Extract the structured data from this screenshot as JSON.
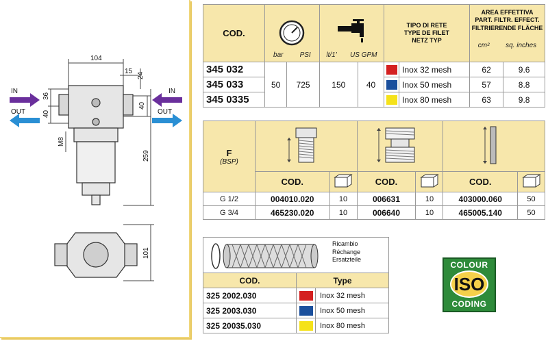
{
  "drawing": {
    "in_label": "IN",
    "out_label": "OUT",
    "dim_104": "104",
    "dim_15": "15",
    "dim_24": "24",
    "dim_36": "36",
    "dim_40a": "40",
    "dim_40b": "40",
    "dim_m8": "M8",
    "dim_259": "259",
    "dim_101": "101"
  },
  "table1": {
    "cod_header": "COD.",
    "bar": "bar",
    "psi": "PSI",
    "lt": "lt/1'",
    "usgpm": "US GPM",
    "tipo_line1": "TIPO DI RETE",
    "tipo_line2": "TYPE DE FILET",
    "tipo_line3": "NETZ TYP",
    "area_line1": "AREA EFFETTIVA",
    "area_line2": "PART. FILTR. EFFECT.",
    "area_line3": "FILTRIERENDE FLÄCHE",
    "cm2": "cm²",
    "sqinches": "sq. inches",
    "pressure_bar": "50",
    "pressure_psi": "725",
    "flow_lt": "150",
    "flow_gpm": "40",
    "rows": [
      {
        "code": "345 032",
        "mesh": "Inox 32 mesh",
        "color": "#d42020",
        "cm2": "62",
        "sqin": "9.6"
      },
      {
        "code": "345 033",
        "mesh": "Inox 50 mesh",
        "color": "#1a4f9c",
        "cm2": "57",
        "sqin": "8.8"
      },
      {
        "code": "345 0335",
        "mesh": "Inox 80 mesh",
        "color": "#f5e21a",
        "cm2": "63",
        "sqin": "9.8"
      }
    ]
  },
  "table2": {
    "f_label": "F",
    "bsp_label": "(BSP)",
    "cod1": "COD.",
    "cod2": "COD.",
    "cod3": "COD.",
    "rows": [
      {
        "size": "G 1/2",
        "c1": "004010.020",
        "q1": "10",
        "c2": "006631",
        "q2": "10",
        "c3": "403000.060",
        "q3": "50"
      },
      {
        "size": "G 3/4",
        "c1": "465230.020",
        "q1": "10",
        "c2": "006640",
        "q2": "10",
        "c3": "465005.140",
        "q3": "50"
      }
    ]
  },
  "spare": {
    "line1": "Ricambio",
    "line2": "Réchange",
    "line3": "Ersatzteile"
  },
  "table3": {
    "cod_header": "COD.",
    "type_header": "Type",
    "rows": [
      {
        "code": "325 2002.030",
        "color": "#d42020",
        "mesh": "Inox 32 mesh"
      },
      {
        "code": "325 2003.030",
        "color": "#1a4f9c",
        "mesh": "Inox 50 mesh"
      },
      {
        "code": "325 20035.030",
        "color": "#f5e21a",
        "mesh": "Inox 80 mesh"
      }
    ]
  },
  "iso": {
    "top": "COLOUR",
    "mid": "ISO",
    "bot": "CODING"
  }
}
